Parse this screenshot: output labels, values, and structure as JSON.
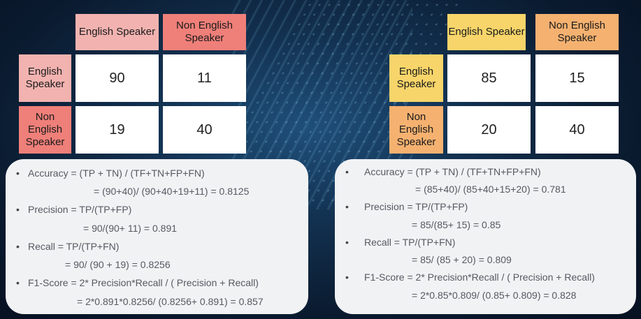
{
  "left": {
    "col_headers": [
      "English Speaker",
      "Non English Speaker"
    ],
    "row_headers": [
      "English Speaker",
      "Non English Speaker"
    ],
    "cells": [
      [
        "90",
        "11"
      ],
      [
        "19",
        "40"
      ]
    ],
    "metrics": {
      "accuracy_line1": "Accuracy = (TP + TN) / (TF+TN+FP+FN)",
      "accuracy_line2": "= (90+40)/ (90+40+19+11) = 0.8125",
      "precision_line1": "Precision = TP/(TP+FP)",
      "precision_line2": "= 90/(90+ 11) = 0.891",
      "recall_line1": "Recall = TP/(TP+FN)",
      "recall_line2": "= 90/ (90 + 19) = 0.8256",
      "f1_line1": "F1-Score = 2* Precision*Recall / ( Precision + Recall)",
      "f1_line2": "= 2*0.891*0.8256/ (0.8256+ 0.891) = 0.857"
    }
  },
  "right": {
    "col_headers": [
      "English Speaker",
      "Non English Speaker"
    ],
    "row_headers": [
      "English Speaker",
      "Non English Speaker"
    ],
    "cells": [
      [
        "85",
        "15"
      ],
      [
        "20",
        "40"
      ]
    ],
    "metrics": {
      "accuracy_line1": "Accuracy = (TP + TN) / (TF+TN+FP+FN)",
      "accuracy_line2": "= (85+40)/ (85+40+15+20) = 0.781",
      "precision_line1": "Precision = TP/(TP+FP)",
      "precision_line2": "= 85/(85+ 15) = 0.85",
      "recall_line1": "Recall = TP/(TP+FN)",
      "recall_line2": "= 85/ (85 + 20) = 0.809",
      "f1_line1": "F1-Score = 2* Precision*Recall / ( Precision + Recall)",
      "f1_line2": "= 2*0.85*0.809/ (0.85+ 0.809) = 0.828"
    }
  },
  "bullet_symbol": "•",
  "colors": {
    "left_col1": "#f2b3b0",
    "left_col2": "#ef7f79",
    "right_col1": "#f7d56a",
    "right_col2": "#f5b170"
  }
}
